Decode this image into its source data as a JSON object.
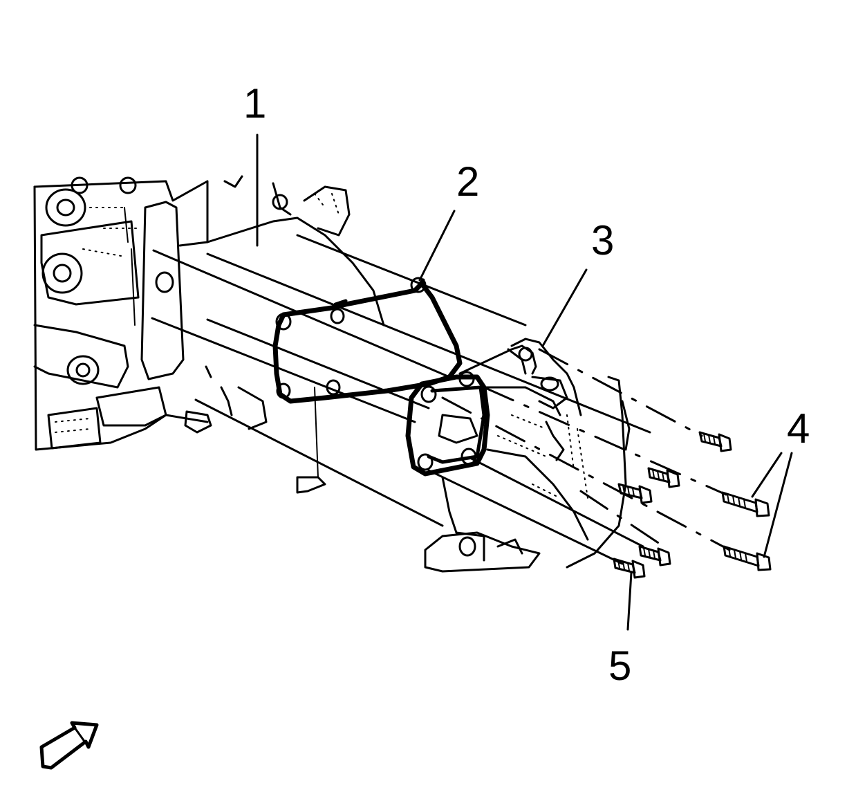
{
  "callouts": [
    {
      "id": "1",
      "label": "1"
    },
    {
      "id": "2",
      "label": "2"
    },
    {
      "id": "3",
      "label": "3"
    },
    {
      "id": "4",
      "label": "4"
    },
    {
      "id": "5",
      "label": "5"
    }
  ],
  "icons": {
    "view_arrow": "view-direction-arrow-icon"
  },
  "colors": {
    "line": "#000000",
    "background": "#ffffff"
  }
}
